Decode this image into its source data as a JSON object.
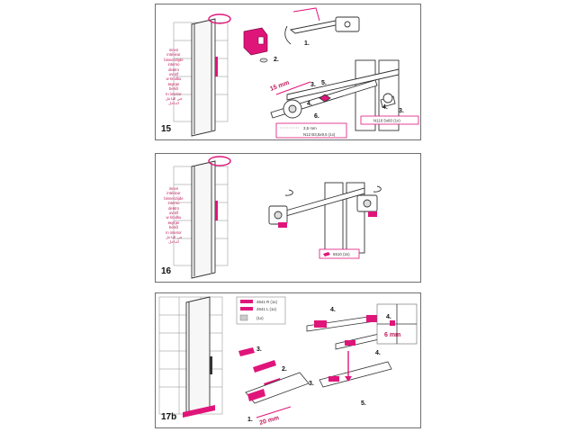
{
  "panels": {
    "p15": {
      "step": "15",
      "inside_labels": [
        "innen",
        "intérieur",
        "binnenzijde",
        "interno",
        "dentro",
        "uvnitř",
        "w środku",
        "вкутре",
        "belső",
        "In interior",
        "في الداخل",
        "الداخل"
      ],
      "callouts": {
        "c1": "1.",
        "c2": "2.",
        "c3": "3.",
        "c4": "4.",
        "c5": "5.",
        "c6": "6.",
        "c3b": "3.",
        "c4b": "4."
      },
      "dimension": "15 mm",
      "drill": "3,5 mm",
      "screw": "N12 B3,5x9,5 (1x)",
      "part": "N116 5x60 (1x)"
    },
    "p16": {
      "step": "16",
      "inside_labels": [
        "innen",
        "intérieur",
        "binnenzijde",
        "interno",
        "dentro",
        "uvnitř",
        "w środku",
        "вкутре",
        "belső",
        "In interior",
        "في الداخل",
        "الداخل"
      ],
      "part": "6510 (2x)"
    },
    "p17": {
      "step": "17b",
      "parts": {
        "right": "4641 R (1x)",
        "left": "4641 L (1x)",
        "cap": "(1x)"
      },
      "callouts": {
        "c1": "1.",
        "c2": "2.",
        "c3": "3.",
        "c3b": "3.",
        "c4": "4.",
        "c4b": "4.",
        "c4c": "4.",
        "c5": "5."
      },
      "dim_small": "20 mm",
      "dim_big": "6 mm"
    }
  },
  "colors": {
    "accent": "#e0157a",
    "line": "#555555",
    "frame": "#6f6f6f"
  }
}
